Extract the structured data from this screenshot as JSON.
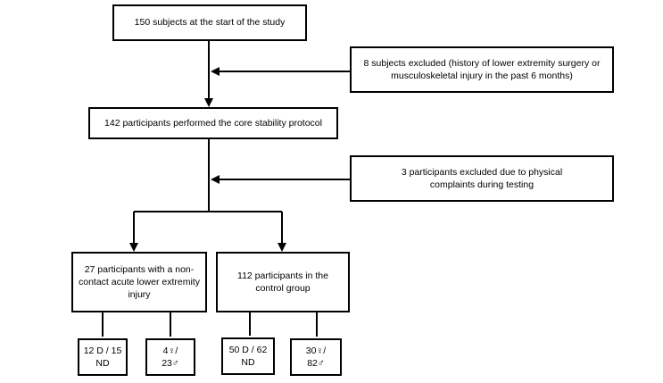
{
  "boxes": {
    "start": "150 subjects at the start of the study",
    "excluded_1": "8 subjects excluded (history of lower extremity surgery or musculoskeletal injury in the past 6 months)",
    "protocol": "142 participants performed the core stability protocol",
    "excluded_2": "3 participants excluded due to physical complaints during testing",
    "injury_group": "27 participants with a non-contact acute lower extremity injury",
    "control_group": "112 participants in the control group",
    "injury_dominance": "12 D / 15 ND",
    "injury_sex": "4♀/ 23♂",
    "control_dominance": "50 D / 62 ND",
    "control_sex": "30♀/ 82♂"
  }
}
